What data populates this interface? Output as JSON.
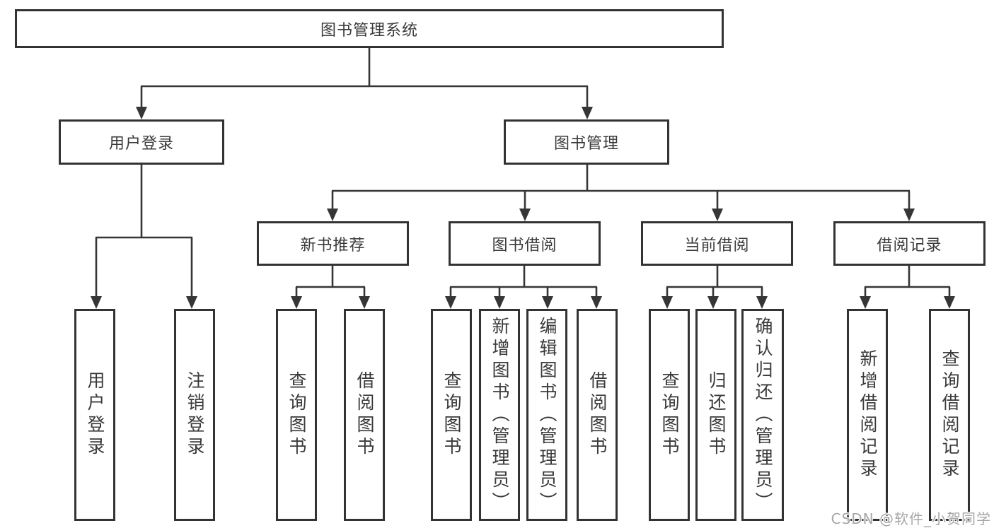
{
  "tree": {
    "root": "图书管理系统",
    "children": [
      {
        "label": "用户登录",
        "children": [
          "用户登录",
          "注销登录"
        ]
      },
      {
        "label": "图书管理",
        "children": [
          {
            "label": "新书推荐",
            "children": [
              "查询图书",
              "借阅图书"
            ]
          },
          {
            "label": "图书借阅",
            "children": [
              "查询图书",
              "新增图书（管理员）",
              "编辑图书（管理员）",
              "借阅图书"
            ]
          },
          {
            "label": "当前借阅",
            "children": [
              "查询图书",
              "归还图书",
              "确认归还（管理员）"
            ]
          },
          {
            "label": "借阅记录",
            "children": [
              "新增借阅记录",
              "查询借阅记录"
            ]
          }
        ]
      }
    ]
  },
  "watermark": {
    "text": "CSDN @软件_小贺同学"
  },
  "colors": {
    "line": "#363636",
    "box_border": "#333333",
    "text": "#3a3a3a",
    "background": "#ffffff",
    "watermark": "#a6a6a6"
  }
}
